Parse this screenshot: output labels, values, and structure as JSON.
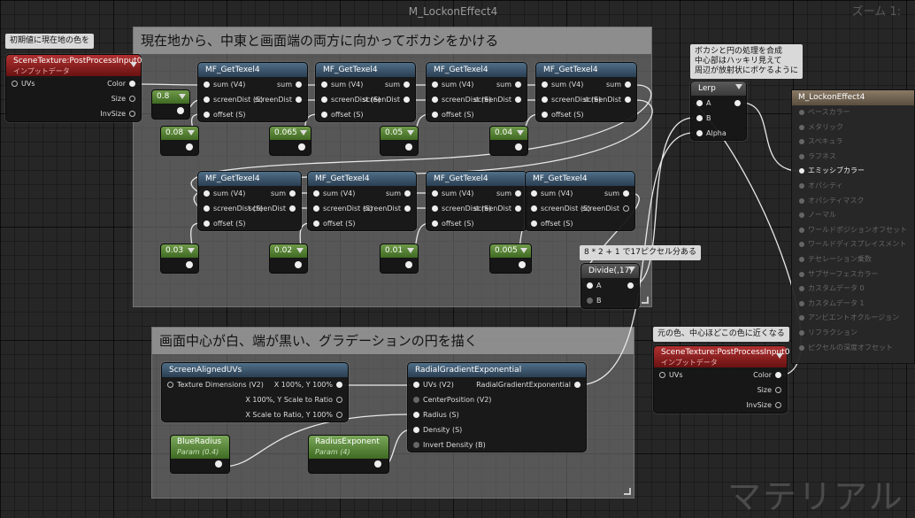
{
  "window": {
    "title": "M_LockonEffect4",
    "zoom_label": "ズーム 1:"
  },
  "watermark": "マテリアル",
  "comments": {
    "top": "現在地から、中東と画面端の両方に向かってボカシをかける",
    "bottom": "画面中心が白、端が黒い、グラデーションの円を描く"
  },
  "notes": {
    "initial": "初期値に現在地の色を",
    "lerp": "ボカシと円の処理を合成\n中心部はハッキリ見えて\n周辺が放射状にボケるように",
    "divide": "8 * 2 + 1 で17ピクセル分ある",
    "orig_color": "元の色、中心ほどこの色に近くなる"
  },
  "scene_texture_node": {
    "title": "SceneTexture:PostProcessInput0",
    "subtitle": "インプットデータ",
    "in_pin": "UVs",
    "out_pins": [
      "Color",
      "Size",
      "InvSize"
    ]
  },
  "gettexel_nodes": {
    "title": "MF_GetTexel4",
    "in_pins": [
      "sum (V4)",
      "screenDist (S)",
      "offset (S)"
    ],
    "out_pins": [
      "sum",
      "screenDist"
    ]
  },
  "constants": {
    "c08": "0.8",
    "c008": "0.08",
    "c0065": "0.065",
    "c005": "0.05",
    "c004": "0.04",
    "c003": "0.03",
    "c002": "0.02",
    "c001": "0.01",
    "c0005": "0.005"
  },
  "divide_node": {
    "title": "Divide(,17)",
    "pins": [
      "A",
      "B"
    ]
  },
  "lerp_node": {
    "title": "Lerp",
    "pins": [
      "A",
      "B",
      "Alpha"
    ]
  },
  "screen_uvs_node": {
    "title": "ScreenAlignedUVs",
    "in_pin": "Texture Dimensions (V2)",
    "out_pins": [
      "X 100%, Y 100%",
      "X 100%, Y Scale to Ratio",
      "X Scale to Ratio, Y 100%"
    ]
  },
  "radial_node": {
    "title": "RadialGradientExponential",
    "in_pins": [
      "UVs (V2)",
      "CenterPosition (V2)",
      "Radius (S)",
      "Density (S)",
      "Invert Density (B)"
    ],
    "out_pin": "RadialGradientExponential"
  },
  "params": {
    "blue_radius": {
      "name": "BlueRadius",
      "value": "Param (0.4)"
    },
    "radius_exponent": {
      "name": "RadiusExponent",
      "value": "Param (4)"
    }
  },
  "scene_texture_node2": {
    "title": "SceneTexture:PostProcessInput0",
    "subtitle": "インプットデータ",
    "in_pin": "UVs",
    "out_pins": [
      "Color",
      "Size",
      "InvSize"
    ]
  },
  "result_node": {
    "title": "M_LockonEffect4",
    "rows": [
      "ベースカラー",
      "メタリック",
      "スペキュラ",
      "ラフネス",
      "エミッシブカラー",
      "オパシティ",
      "オパシティマスク",
      "ノーマル",
      "ワールドポジションオフセット",
      "ワールドディスプレイスメント",
      "テセレーション乗数",
      "サブサーフェスカラー",
      "カスタムデータ 0",
      "カスタムデータ 1",
      "アンビエントオクルージョン",
      "リフラクション",
      "ピクセルの深度オフセット"
    ]
  }
}
